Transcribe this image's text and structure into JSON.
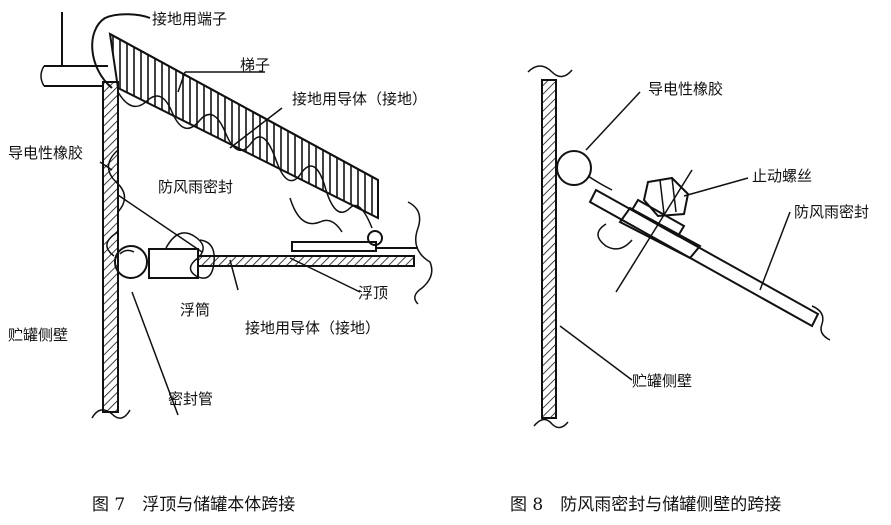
{
  "figure7": {
    "labels": {
      "grounding_terminal": "接地用端子",
      "ladder": "梯子",
      "ground_conductor_top": "接地用导体（接地）",
      "conductive_rubber": "导电性橡胶",
      "rain_seal": "防风雨密封",
      "floating_roof": "浮顶",
      "float_drum": "浮筒",
      "ground_conductor_bottom": "接地用导体（接地）",
      "tank_wall": "贮罐侧壁",
      "seal_tube": "密封管"
    },
    "caption": "图 7　浮顶与储罐本体跨接"
  },
  "figure8": {
    "labels": {
      "conductive_rubber": "导电性橡胶",
      "stop_screw": "止动螺丝",
      "rain_seal": "防风雨密封",
      "tank_wall": "贮罐侧壁"
    },
    "caption": "图 8　防风雨密封与储罐侧壁的跨接"
  }
}
